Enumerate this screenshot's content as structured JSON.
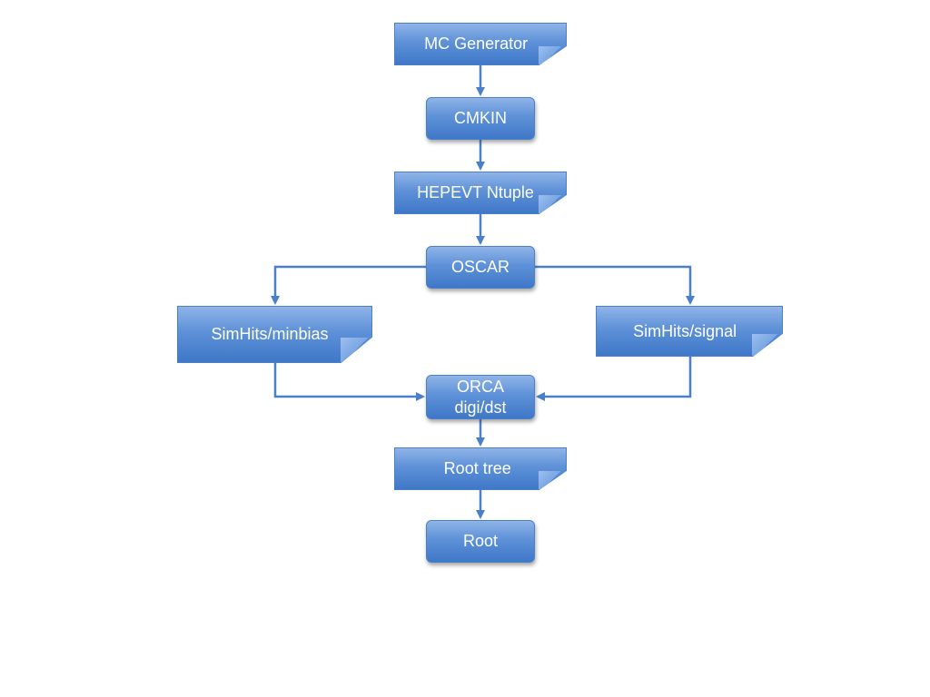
{
  "diagram": {
    "nodes": {
      "mc_generator": "MC Generator",
      "cmkin": "CMKIN",
      "hepevt_ntuple": "HEPEVT Ntuple",
      "oscar": "OSCAR",
      "simhits_minbias": "SimHits/minbias",
      "simhits_signal": "SimHits/signal",
      "orca_line1": "ORCA",
      "orca_line2": "digi/dst",
      "root_tree": "Root tree",
      "root": "Root"
    },
    "colors": {
      "box_fill_top": "#8fb4e8",
      "box_fill_bottom": "#3f78c8",
      "connector": "#4a7fc9",
      "text": "#ffffff"
    }
  }
}
